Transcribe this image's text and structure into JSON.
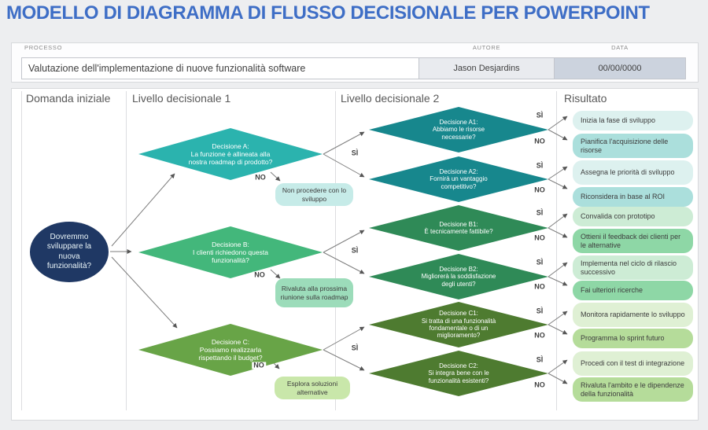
{
  "title": "MODELLO DI DIAGRAMMA DI FLUSSO DECISIONALE PER POWERPOINT",
  "palette": {
    "title_blue": "#3e6ec6",
    "start_navy": "#1f3864",
    "diamond_a_teal": "#2bb3ae",
    "diamond_a12_dark_teal": "#17878d",
    "diamond_b_green": "#43b77b",
    "diamond_b12_dark_green": "#2f8a57",
    "diamond_c_olive": "#68a447",
    "diamond_c12_dark_olive": "#4e7b30",
    "result_teal_light": "#ddf1ef",
    "result_teal_mid": "#abdfdc",
    "result_green_light": "#cdecd5",
    "result_green_mid": "#8ed7a6",
    "result_lime_light": "#dff0d4",
    "result_lime_mid": "#b5dc9a"
  },
  "header": {
    "process_label": "PROCESSO",
    "process_value": "Valutazione dell'implementazione di nuove funzionalità software",
    "author_label": "AUTORE",
    "author_value": "Jason Desjardins",
    "date_label": "DATA",
    "date_value": "00/00/0000"
  },
  "columns": [
    "Domanda iniziale",
    "Livello decisionale 1",
    "Livello decisionale 2",
    "Risultato"
  ],
  "labels": {
    "si": "SÌ",
    "no": "NO"
  },
  "start": {
    "question": "Dovremmo sviluppare la nuova funzionalità?"
  },
  "level1": [
    {
      "name": "Decisione A:",
      "question": "La funzione è allineata alla nostra roadmap di prodotto?",
      "no_action": "Non procedere con lo sviluppo"
    },
    {
      "name": "Decisione B:",
      "question": "I clienti richiedono questa funzionalità?",
      "no_action": "Rivaluta alla prossima riunione sulla roadmap"
    },
    {
      "name": "Decisione C:",
      "question": "Possiamo realizzarla rispettando il budget?",
      "no_action": "Esplora soluzioni alternative"
    }
  ],
  "level2": [
    {
      "name": "Decisione A1:",
      "question": "Abbiamo le risorse necessarie?",
      "si_result": "Inizia la fase di sviluppo",
      "no_result": "Pianifica l'acquisizione delle risorse"
    },
    {
      "name": "Decisione A2:",
      "question": "Fornirà un vantaggio competitivo?",
      "si_result": "Assegna le priorità di sviluppo",
      "no_result": "Riconsidera in base al ROI"
    },
    {
      "name": "Decisione B1:",
      "question": "È tecnicamente fattibile?",
      "si_result": "Convalida con prototipo",
      "no_result": "Ottieni il feedback dei clienti per le alternative"
    },
    {
      "name": "Decisione B2:",
      "question": "Migliorerà la soddisfazione degli utenti?",
      "si_result": "Implementa nel ciclo di rilascio successivo",
      "no_result": "Fai ulteriori ricerche"
    },
    {
      "name": "Decisione C1:",
      "question": "Si tratta di una funzionalità fondamentale o di un miglioramento?",
      "si_result": "Monitora rapidamente lo sviluppo",
      "no_result": "Programma lo sprint futuro"
    },
    {
      "name": "Decisione C2:",
      "question": "Si integra bene con le funzionalità esistenti?",
      "si_result": "Procedi con il test di integrazione",
      "no_result": "Rivaluta l'ambito e le dipendenze della funzionalità"
    }
  ]
}
